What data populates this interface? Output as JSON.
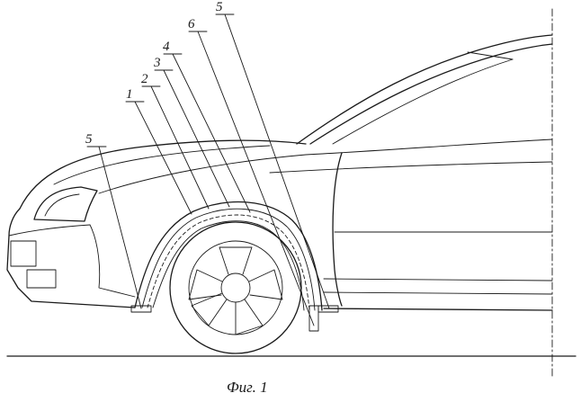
{
  "labels": [
    {
      "id": "callout-1",
      "text": "1"
    },
    {
      "id": "callout-2",
      "text": "2"
    },
    {
      "id": "callout-3",
      "text": "3"
    },
    {
      "id": "callout-4",
      "text": "4"
    },
    {
      "id": "callout-5-left",
      "text": "5"
    },
    {
      "id": "callout-5-right",
      "text": "5"
    },
    {
      "id": "callout-6",
      "text": "6"
    }
  ],
  "caption": "Фиг. 1"
}
